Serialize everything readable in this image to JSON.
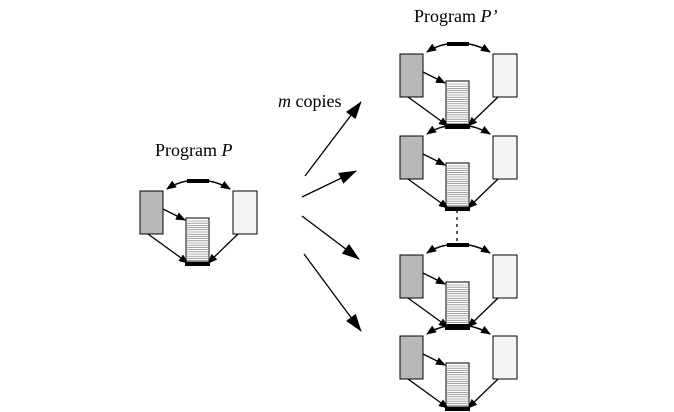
{
  "labels": {
    "program_p_prefix": "Program ",
    "program_p_var": "P",
    "program_p2_prefix": "Program ",
    "program_p2_var": "P",
    "program_p2_prime": "’",
    "copies_var": "m",
    "copies_text": " copies"
  },
  "colors": {
    "left_block_fill": "#b8b8b8",
    "right_block_fill": "#f4f4f4",
    "stroke": "#000000",
    "stripe": "#6a6a6a"
  }
}
